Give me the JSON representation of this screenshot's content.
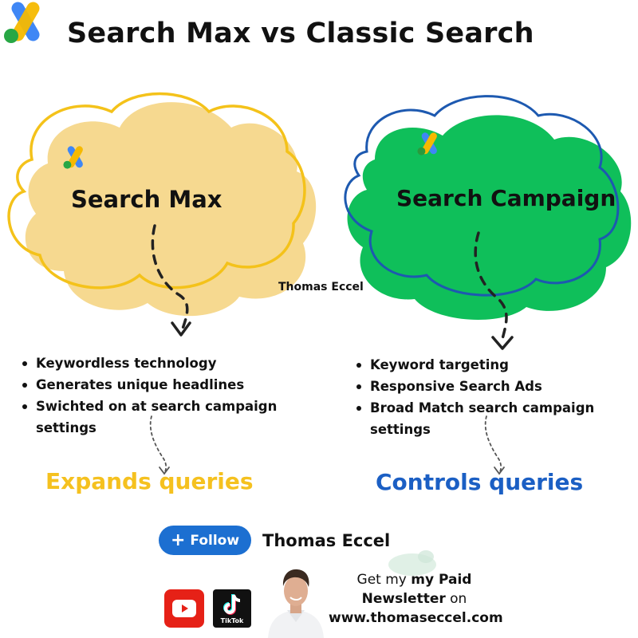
{
  "header": {
    "title": "Search Max vs Classic Search",
    "logo_icon": "google-ads-logo-icon"
  },
  "left_card": {
    "title": "Search Max",
    "fill_color": "#f6d990",
    "outline_color": "#f4c21a",
    "bullets": [
      "Keywordless technology",
      "Generates unique headlines",
      "Swichted on at search campaign settings"
    ],
    "outcome": "Expands queries",
    "outcome_color": "#f5c11f"
  },
  "right_card": {
    "title": "Search Campaign",
    "fill_color": "#0fbf5a",
    "outline_color": "#1d59b0",
    "bullets": [
      "Keyword targeting",
      "Responsive Search Ads",
      "Broad Match search campaign settings"
    ],
    "outcome": "Controls queries",
    "outcome_color": "#1b5fc4"
  },
  "watermark": "Thomas Eccel",
  "footer": {
    "follow_label": "Follow",
    "author_name": "Thomas Eccel",
    "newsletter_prefix": "Get my ",
    "newsletter_bold": "my Paid Newsletter",
    "newsletter_suffix": " on",
    "website": "www.thomaseccel.com",
    "tiktok_label": "TikTok",
    "icons": [
      "youtube-icon",
      "tiktok-icon"
    ]
  }
}
